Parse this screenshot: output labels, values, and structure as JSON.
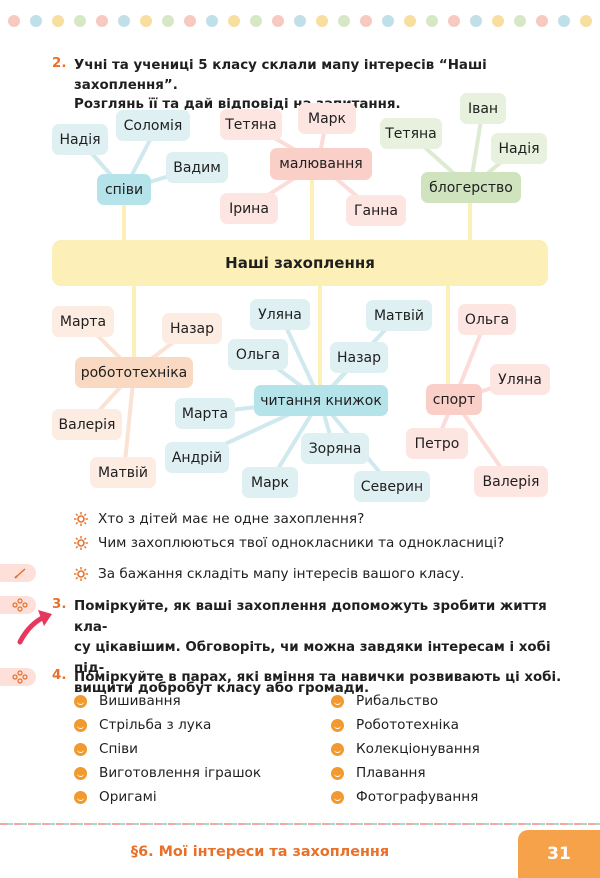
{
  "task2": {
    "number": "2.",
    "line1": "Учні та учениці 5 класу склали мапу інтересів “Наші захоплення”.",
    "line2": "Розглянь її та дай відповіді на запитання."
  },
  "map": {
    "center": "Наші захоплення",
    "hubs": {
      "singing": "співи",
      "drawing": "малювання",
      "blogging": "блогерство",
      "robotics": "робототехніка",
      "reading": "читання книжок",
      "sport": "спорт"
    },
    "singing_names": [
      "Надія",
      "Соломія",
      "Вадим"
    ],
    "drawing_names": [
      "Тетяна",
      "Марк",
      "Ірина",
      "Ганна"
    ],
    "blogging_names": [
      "Тетяна",
      "Іван",
      "Надія"
    ],
    "robotics_names": [
      "Марта",
      "Назар",
      "Валерія",
      "Матвій"
    ],
    "reading_names": [
      "Уляна",
      "Ольга",
      "Матвій",
      "Назар",
      "Марта",
      "Андрій",
      "Марк",
      "Зоряна",
      "Северин"
    ],
    "sport_names": [
      "Ольга",
      "Уляна",
      "Петро",
      "Валерія"
    ]
  },
  "questions": [
    "Хто з дітей має не одне захоплення?",
    "Чим захоплюються твої однокласники та однокласниці?",
    "За бажання складіть мапу інтересів вашого класу."
  ],
  "task3": {
    "number": "3.",
    "line1": "Поміркуйте, як ваші захоплення допоможуть зробити життя кла-",
    "line2": "су цікавішим. Обговоріть, чи можна завдяки інтересам і хобі під-",
    "line3": "вищити добробут класу або громади."
  },
  "task4": {
    "number": "4.",
    "line1": "Поміркуйте в парах, які вміння та навички розвивають ці хобі.",
    "col1": [
      "Вишивання",
      "Стрільба з лука",
      "Співи",
      "Виготовлення іграшок",
      "Оригамі"
    ],
    "col2": [
      "Рибальство",
      "Робототехніка",
      "Колекціонування",
      "Плавання",
      "Фотографування"
    ]
  },
  "footer": {
    "title": "§6. Мої інтереси та захоплення",
    "page": "31"
  },
  "colors": {
    "accent_orange": "#e8702a",
    "center_yellow": "#fcefb7",
    "page_tab": "#f6a24a"
  }
}
